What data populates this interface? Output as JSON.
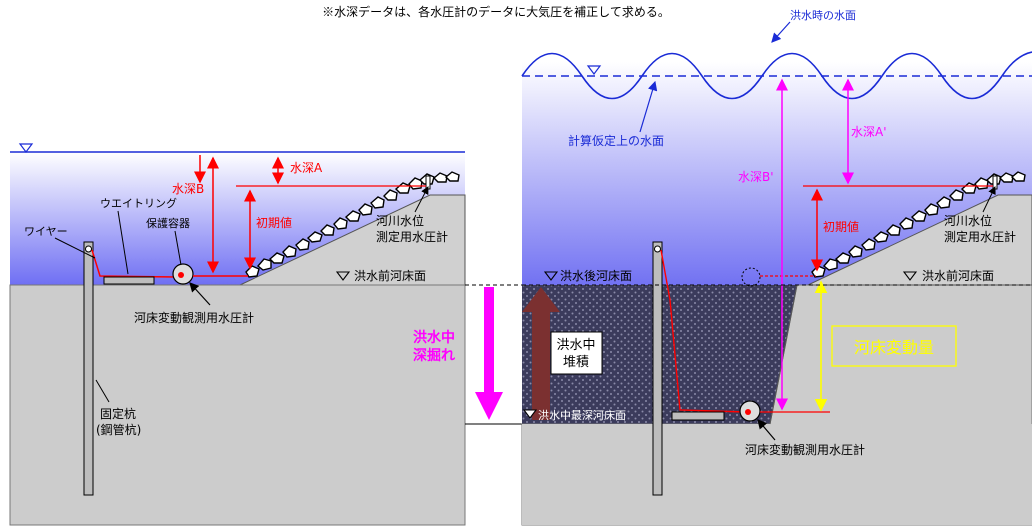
{
  "note": "※水深データは、各水圧計のデータに大気圧を補正して求める。",
  "left": {
    "water_depth_a": "水深A",
    "water_depth_b": "水深B",
    "initial_value": "初期値",
    "weight_ring": "ウエイトリング",
    "protective_case": "保護容器",
    "wire": "ワイヤー",
    "river_level_gauge_line1": "河川水位",
    "river_level_gauge_line2": "測定用水圧計",
    "pre_flood_bed": "洪水前河床面",
    "bed_change_gauge": "河床変動観測用水圧計",
    "fixed_pile_line1": "固定杭",
    "fixed_pile_line2": "(鋼管杭)"
  },
  "middle": {
    "scour_line1": "洪水中",
    "scour_line2": "深掘れ"
  },
  "right": {
    "flood_water_surface": "洪水時の水面",
    "assumed_water_surface": "計算仮定上の水面",
    "water_depth_a_prime": "水深A'",
    "water_depth_b_prime": "水深B'",
    "initial_value": "初期値",
    "river_level_gauge_line1": "河川水位",
    "river_level_gauge_line2": "測定用水圧計",
    "post_flood_bed": "洪水後河床面",
    "pre_flood_bed": "洪水前河床面",
    "deposition_line1": "洪水中",
    "deposition_line2": "堆積",
    "bed_change_amount": "河床変動量",
    "deepest_bed": "洪水中最深河床面",
    "bed_change_gauge": "河床変動観測用水圧計"
  },
  "colors": {
    "depth_annotation": "#ff0000",
    "right_depth_annotation": "#ff00ff",
    "scour_arrow": "#ff00ff",
    "deposition_arrow": "#7b3030",
    "bed_change_annotation": "#ffff00",
    "flood_surface": "#1a2bd6"
  }
}
